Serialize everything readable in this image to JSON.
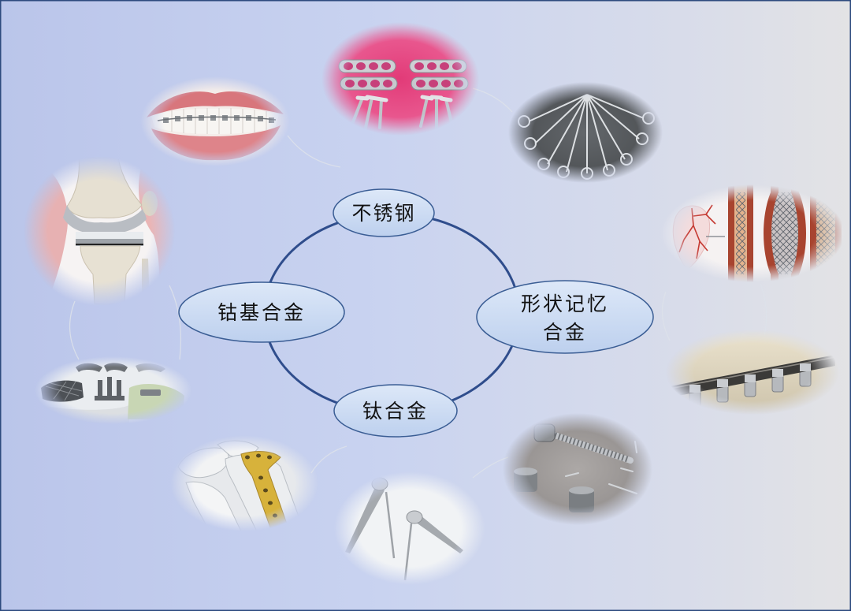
{
  "nodes": {
    "stainless_steel": "不锈钢",
    "cobalt_alloy": "钴基合金",
    "shape_memory_alloy": [
      "形状记忆",
      "合金"
    ],
    "titanium_alloy": "钛合金"
  },
  "colors": {
    "ring": "#2f4d8c",
    "node_stroke": "#3a5d94",
    "frame": "#2d4a7e"
  }
}
